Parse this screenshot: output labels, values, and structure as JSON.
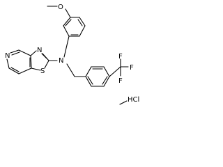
{
  "molecule": {
    "atoms": {
      "oxygen": "O",
      "nitrogen_pyridine": "N",
      "nitrogen_thiazole": "N",
      "nitrogen_amine": "N",
      "sulfur": "S",
      "fluorine_top": "F",
      "fluorine_right": "F",
      "fluorine_bottom": "F"
    },
    "salt": "HCl"
  },
  "colors": {
    "ink": "#000000",
    "background": "#ffffff"
  }
}
